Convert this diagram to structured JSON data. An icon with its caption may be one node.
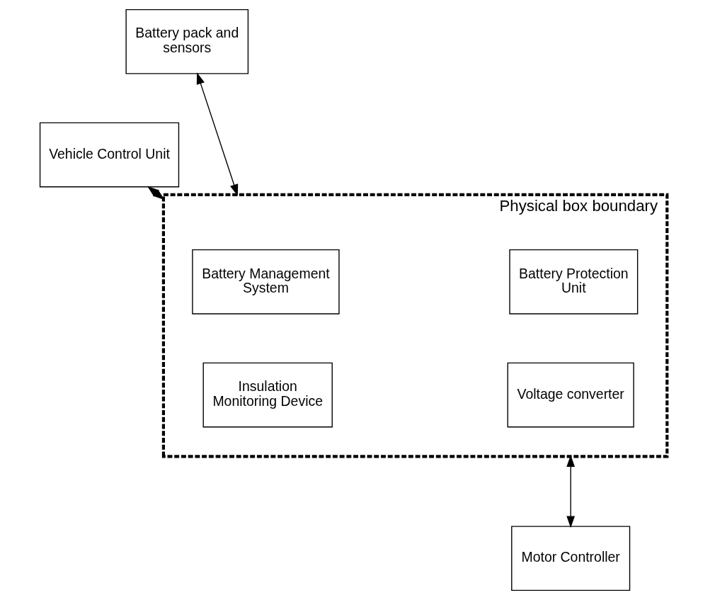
{
  "diagram": {
    "nodes": [
      {
        "text": [
          "Battery pack and sensors"
        ]
      },
      {
        "text": [
          "Physical box boundary"
        ]
      },
      {
        "text": [
          "Battery Management System"
        ],
        "in": 1
      },
      {
        "text": [
          "Battery Protection Unit"
        ],
        "in": 1
      },
      {
        "text": [
          "Insulation Monitoring Device"
        ],
        "in": 1
      },
      {
        "text": [
          "Voltage converter"
        ],
        "in": 1
      },
      {
        "text": [
          "Vehicle Control Unit"
        ]
      },
      {
        "text": [
          "Motor Controller"
        ]
      }
    ],
    "edges": [
      {
        "from": 0,
        "to": 1,
        "arrow": "both"
      },
      {
        "from": 6,
        "to": 1,
        "arrow": "both"
      },
      {
        "from": 1,
        "to": 7,
        "arrow": "both"
      }
    ]
  }
}
